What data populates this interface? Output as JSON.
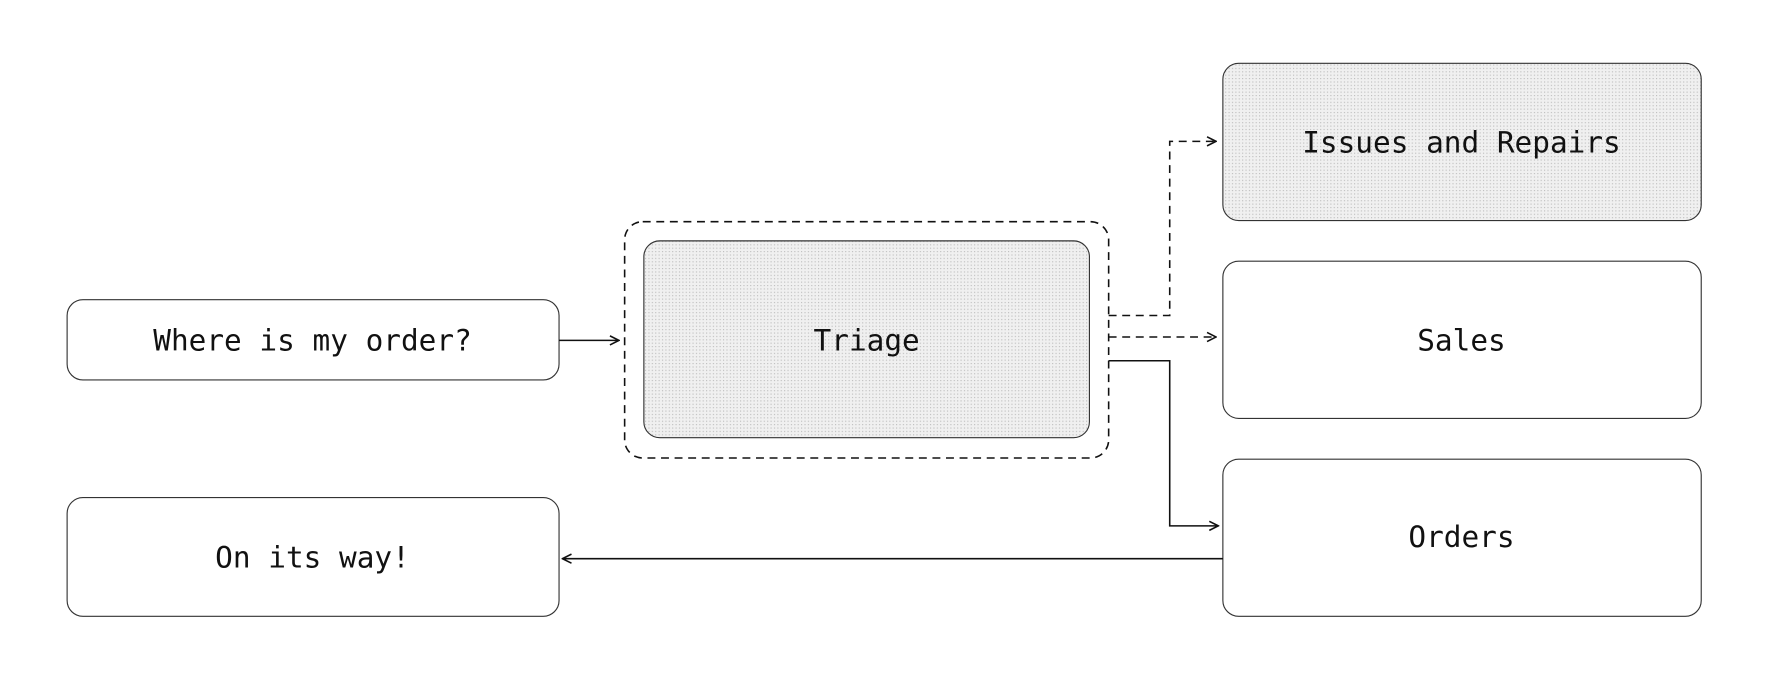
{
  "nodes": {
    "question": "Where is my order?",
    "triage": "Triage",
    "issues": "Issues and Repairs",
    "sales": "Sales",
    "orders": "Orders",
    "answer": "On its way!"
  },
  "colors": {
    "stroke": "#333333",
    "fill_pattern": "#e6e6e6"
  }
}
